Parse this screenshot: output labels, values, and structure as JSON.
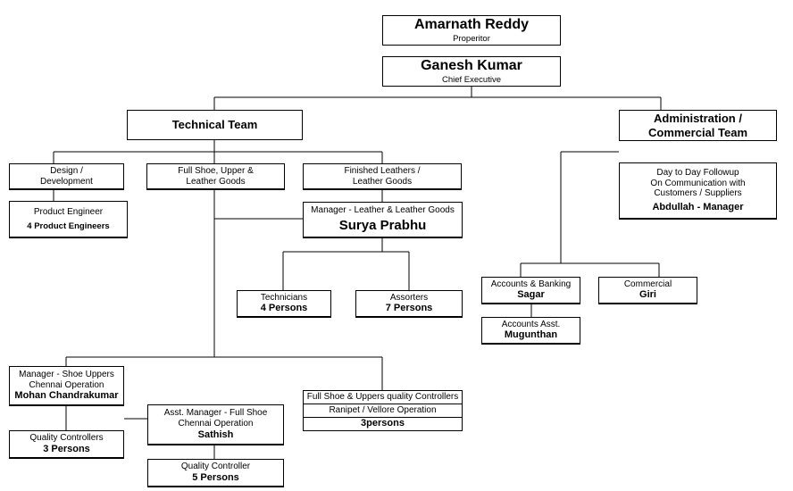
{
  "proprietor": {
    "name": "Amarnath Reddy",
    "title": "Properitor"
  },
  "ceo": {
    "name": "Ganesh Kumar",
    "title": "Chief Executive"
  },
  "technical_team": {
    "label": "Technical Team"
  },
  "admin_team": {
    "line1": "Administration /",
    "line2": "Commercial Team"
  },
  "design": {
    "line1": "Design /",
    "line2": "Development"
  },
  "full_shoe": {
    "line1": "Full Shoe, Upper &",
    "line2": "Leather Goods"
  },
  "finished_leathers": {
    "line1": "Finished Leathers /",
    "line2": "Leather Goods"
  },
  "product_engineer": {
    "title": "Product Engineer",
    "count": "4 Product Engineers"
  },
  "leather_manager": {
    "title": "Manager - Leather & Leather Goods",
    "name": "Surya Prabhu"
  },
  "technicians": {
    "title": "Technicians",
    "count": "4 Persons"
  },
  "assorters": {
    "title": "Assorters",
    "count": "7 Persons"
  },
  "followup": {
    "line1": "Day to Day Followup",
    "line2": "On Communication with",
    "line3": "Customers / Suppliers",
    "name": "Abdullah - Manager"
  },
  "accounts": {
    "title": "Accounts & Banking",
    "name": "Sagar"
  },
  "commercial": {
    "title": "Commercial",
    "name": "Giri"
  },
  "accounts_asst": {
    "title": "Accounts Asst.",
    "name": "Mugunthan"
  },
  "shoe_manager": {
    "line1": "Manager - Shoe Uppers",
    "line2": "Chennai Operation",
    "name": "Mohan Chandrakumar"
  },
  "asst_manager": {
    "line1": "Asst. Manager - Full Shoe",
    "line2": "Chennai Operation",
    "name": "Sathish"
  },
  "qc_ranipet": {
    "line1": "Full Shoe & Uppers quality Controllers",
    "line2": "Ranipet / Vellore Operation",
    "count": "3persons"
  },
  "qc_three": {
    "title": "Quality Controllers",
    "count": "3 Persons"
  },
  "qc_five": {
    "title": "Quality Controller",
    "count": "5 Persons"
  }
}
